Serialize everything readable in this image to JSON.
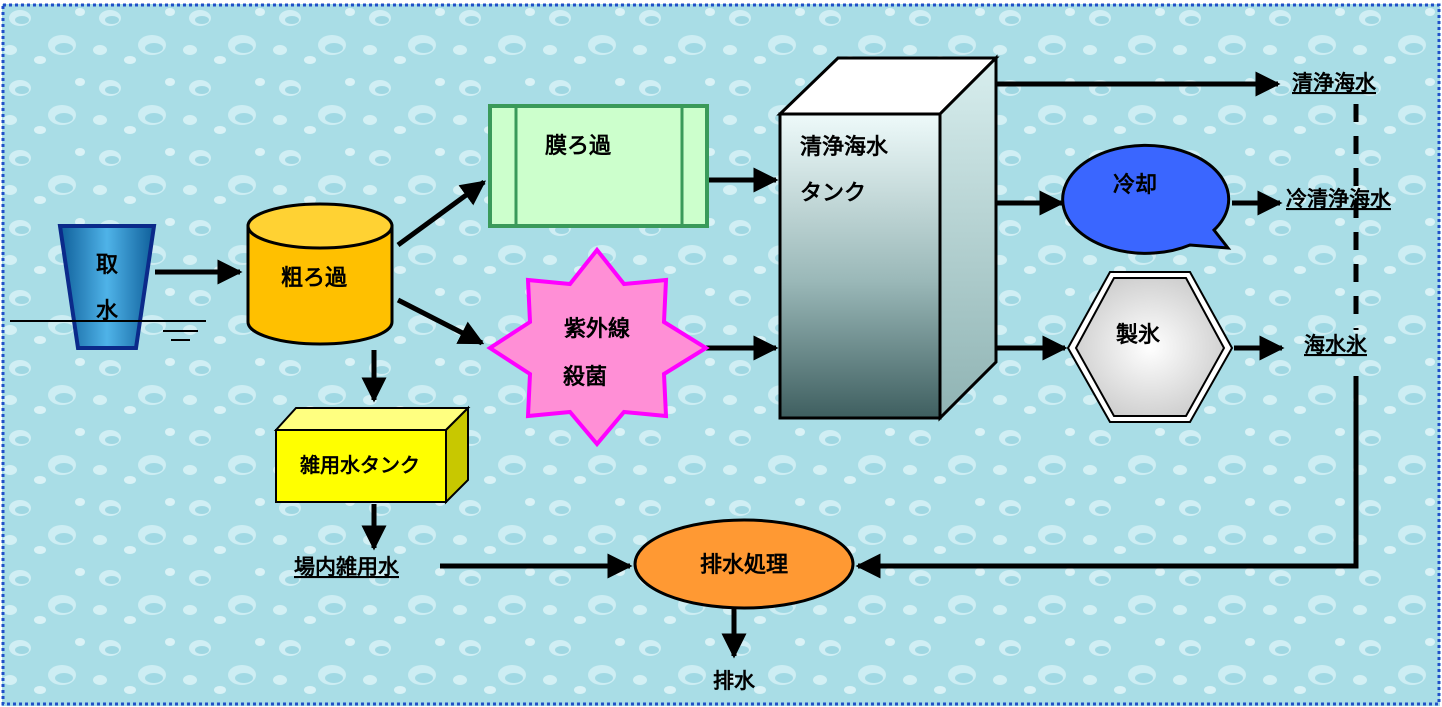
{
  "nodes": {
    "intake": {
      "label_1": "取",
      "label_2": "水"
    },
    "coarse_filter": {
      "label": "粗ろ過"
    },
    "membrane_filter": {
      "label": "膜ろ過"
    },
    "uv_sterilization": {
      "label_1": "紫外線",
      "label_2": "殺菌"
    },
    "clean_seawater_tank": {
      "label_1": "清浄海水",
      "label_2": "タンク"
    },
    "cooling": {
      "label": "冷却"
    },
    "ice_making": {
      "label": "製氷"
    },
    "utility_water_tank": {
      "label": "雑用水タンク"
    },
    "drainage_treatment": {
      "label": "排水処理"
    }
  },
  "outputs": {
    "clean_seawater": "清浄海水",
    "cold_clean_seawater": "冷清浄海水",
    "seawater_ice": "海水氷",
    "onsite_utility_water": "場内雑用水",
    "discharge": "排水"
  },
  "colors": {
    "background": "#a9dde6",
    "frame": "#1f4fc8",
    "intake": "#1e90c8",
    "coarse_filter": "#ffc000",
    "membrane_filter": "#ccffcc",
    "membrane_border": "#3a9a5a",
    "uv": "#ff8fd6",
    "uv_border": "#ff00ff",
    "tank_front_top": "#e8f8f8",
    "tank_front_bottom": "#3f5f60",
    "cooling": "#3a66ff",
    "ice": "#e8e8e8",
    "utility_tank": "#ffff00",
    "drainage": "#ff9933"
  }
}
